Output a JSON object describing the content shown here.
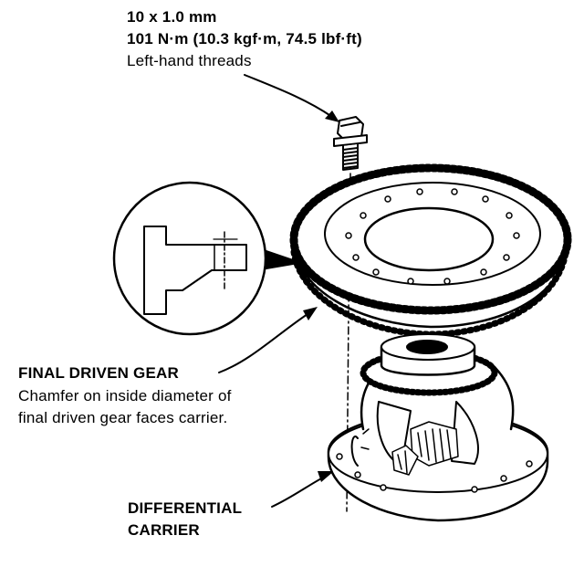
{
  "bolt_spec": {
    "size": "10 x 1.0 mm",
    "torque": "101 N·m (10.3 kgf·m, 74.5 lbf·ft)",
    "note": "Left-hand threads"
  },
  "final_driven_gear": {
    "title": "FINAL DRIVEN GEAR",
    "desc_line1": "Chamfer on inside diameter of",
    "desc_line2": "final driven gear faces carrier."
  },
  "differential_carrier": {
    "line1": "DIFFERENTIAL",
    "line2": "CARRIER"
  },
  "colors": {
    "ink": "#000000",
    "paper": "#ffffff"
  }
}
